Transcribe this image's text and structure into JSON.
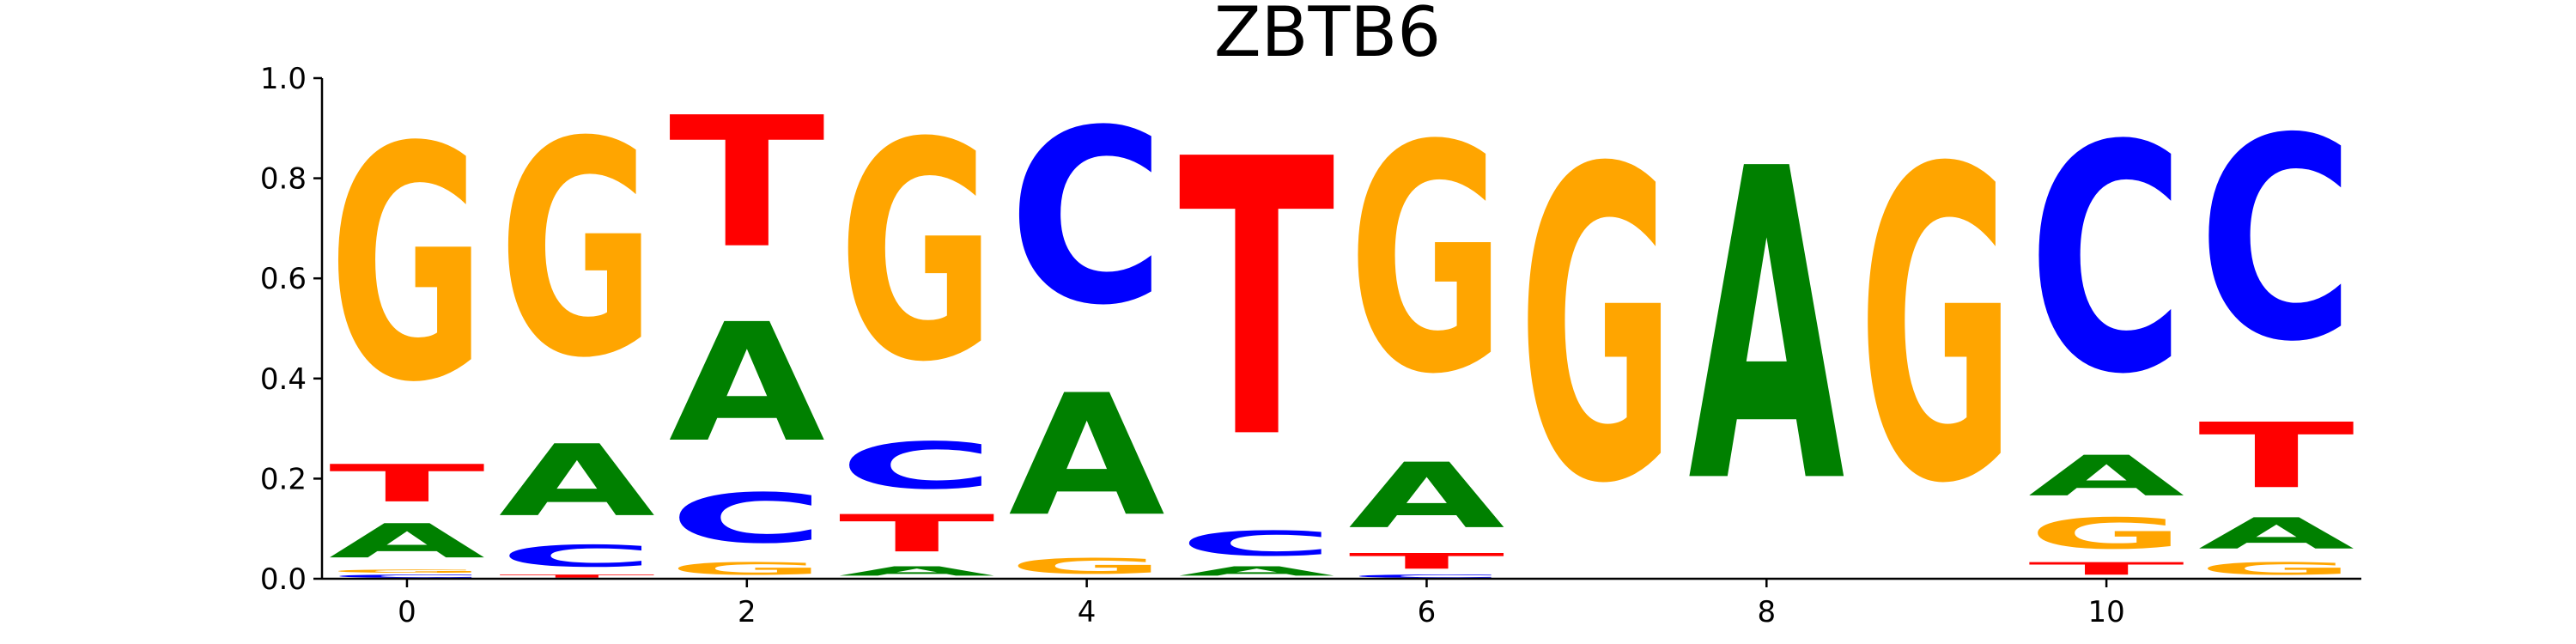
{
  "chart_data": {
    "type": "sequence-logo",
    "title": "ZBTB6",
    "xlabel": "",
    "ylabel": "",
    "ylim": [
      0,
      1.0
    ],
    "xlim": [
      -0.5,
      11.5
    ],
    "yticks": [
      0.0,
      0.2,
      0.4,
      0.6,
      0.8,
      1.0
    ],
    "ytick_labels": [
      "0.0",
      "0.2",
      "0.4",
      "0.6",
      "0.8",
      "1.0"
    ],
    "xticks": [
      0,
      2,
      4,
      6,
      8,
      10
    ],
    "xtick_labels": [
      "0",
      "2",
      "4",
      "6",
      "8",
      "10"
    ],
    "colors": {
      "A": "#008000",
      "C": "#0000ff",
      "G": "#ffa500",
      "T": "#ff0000"
    },
    "positions": [
      {
        "index": 0,
        "letters": [
          {
            "base": "C",
            "value": 0.01
          },
          {
            "base": "G",
            "value": 0.01
          },
          {
            "base": "A",
            "value": 0.11
          },
          {
            "base": "T",
            "value": 0.12
          },
          {
            "base": "G",
            "value": 0.75
          }
        ]
      },
      {
        "index": 1,
        "letters": [
          {
            "base": "T",
            "value": 0.01
          },
          {
            "base": "C",
            "value": 0.07
          },
          {
            "base": "A",
            "value": 0.23
          },
          {
            "base": "G",
            "value": 0.69
          }
        ]
      },
      {
        "index": 2,
        "letters": [
          {
            "base": "G",
            "value": 0.04
          },
          {
            "base": "C",
            "value": 0.16
          },
          {
            "base": "A",
            "value": 0.38
          },
          {
            "base": "T",
            "value": 0.42
          }
        ]
      },
      {
        "index": 3,
        "letters": [
          {
            "base": "A",
            "value": 0.03
          },
          {
            "base": "T",
            "value": 0.12
          },
          {
            "base": "C",
            "value": 0.15
          },
          {
            "base": "G",
            "value": 0.7
          }
        ]
      },
      {
        "index": 4,
        "letters": [
          {
            "base": "G",
            "value": 0.05
          },
          {
            "base": "A",
            "value": 0.39
          },
          {
            "base": "C",
            "value": 0.56
          }
        ]
      },
      {
        "index": 5,
        "letters": [
          {
            "base": "A",
            "value": 0.03
          },
          {
            "base": "C",
            "value": 0.08
          },
          {
            "base": "T",
            "value": 0.89
          }
        ]
      },
      {
        "index": 6,
        "letters": [
          {
            "base": "C",
            "value": 0.01
          },
          {
            "base": "T",
            "value": 0.05
          },
          {
            "base": "A",
            "value": 0.21
          },
          {
            "base": "G",
            "value": 0.73
          }
        ]
      },
      {
        "index": 7,
        "letters": [
          {
            "base": "G",
            "value": 1.0
          }
        ]
      },
      {
        "index": 8,
        "letters": [
          {
            "base": "A",
            "value": 1.0
          }
        ]
      },
      {
        "index": 9,
        "letters": [
          {
            "base": "G",
            "value": 1.0
          }
        ]
      },
      {
        "index": 10,
        "letters": [
          {
            "base": "T",
            "value": 0.04
          },
          {
            "base": "G",
            "value": 0.1
          },
          {
            "base": "A",
            "value": 0.13
          },
          {
            "base": "C",
            "value": 0.73
          }
        ]
      },
      {
        "index": 11,
        "letters": [
          {
            "base": "G",
            "value": 0.04
          },
          {
            "base": "A",
            "value": 0.1
          },
          {
            "base": "T",
            "value": 0.21
          },
          {
            "base": "C",
            "value": 0.65
          }
        ]
      }
    ]
  }
}
